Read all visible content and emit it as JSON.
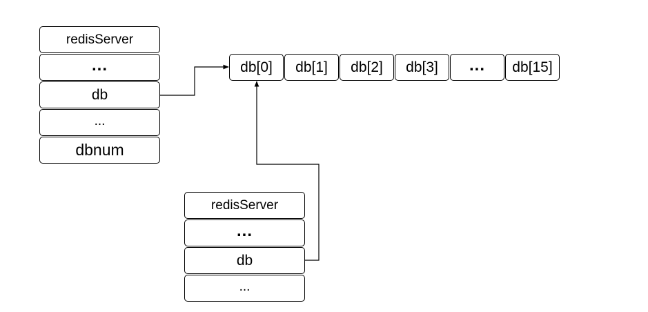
{
  "server_a": {
    "fields": [
      "redisServer",
      "...",
      "db",
      "...",
      "dbnum"
    ]
  },
  "server_b": {
    "fields": [
      "redisServer",
      "...",
      "db",
      "..."
    ]
  },
  "db_array": {
    "cells": [
      "db[0]",
      "db[1]",
      "db[2]",
      "db[3]",
      "...",
      "db[15]"
    ]
  }
}
